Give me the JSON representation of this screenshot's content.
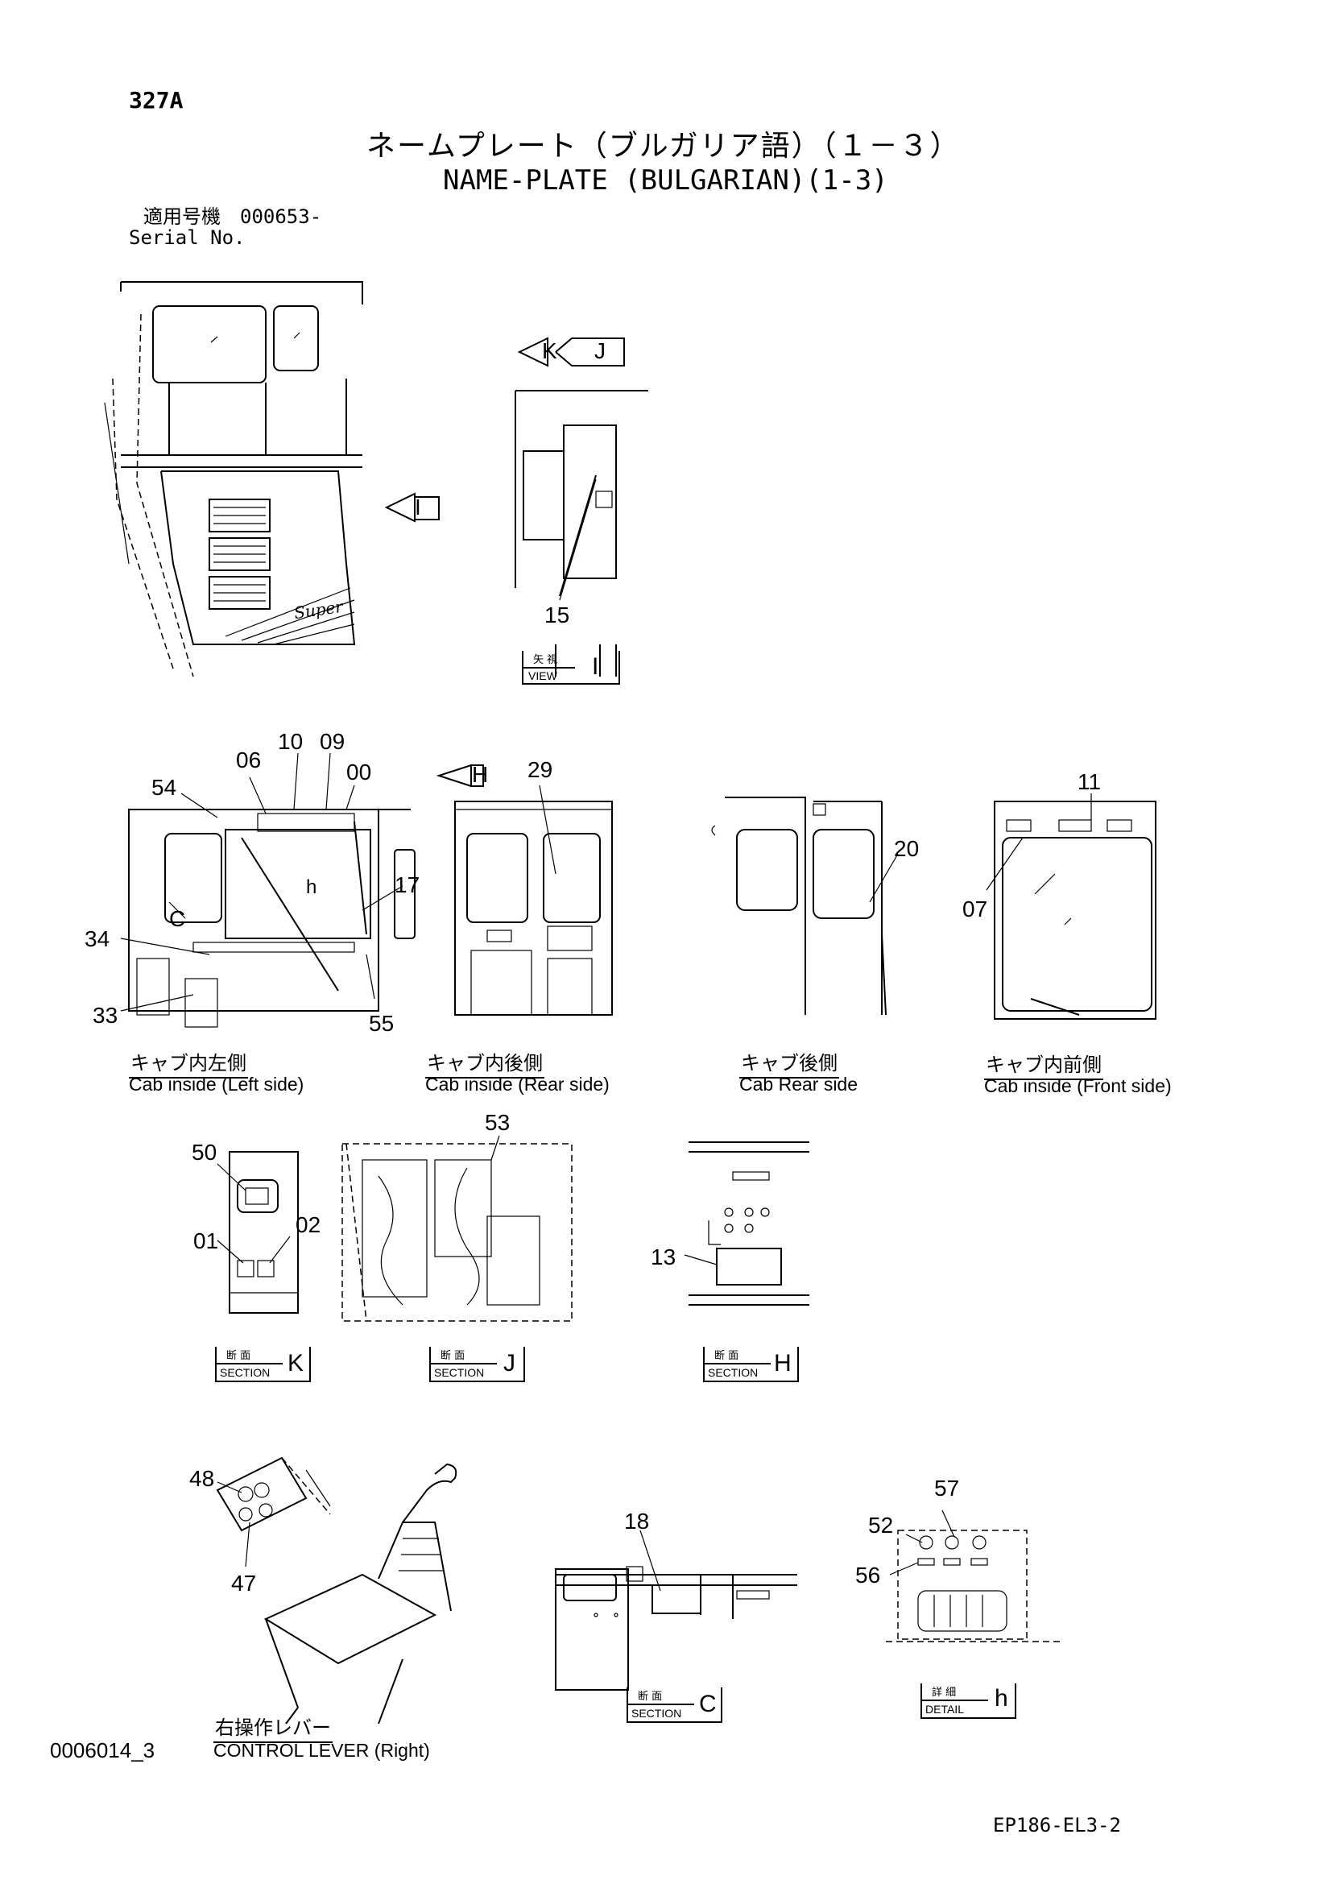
{
  "header": {
    "code": "327A",
    "title_jp": "ネームプレート（ブルガリア語）（１－３）",
    "title_en": "NAME-PLATE (BULGARIAN)(1-3)",
    "serial_jp": "適用号機　000653-",
    "serial_en": "Serial No."
  },
  "views": {
    "view_i": {
      "jp": "矢 視",
      "en": "VIEW",
      "letter": "I"
    },
    "arrow_k": "K",
    "arrow_j": "J",
    "arrow_i": "I",
    "arrow_h": "H",
    "callout_c": "C",
    "callout_h": "h"
  },
  "captions": {
    "left_jp": "キャブ内左側",
    "left_en": "Cab inside (Left side)",
    "rear_in_jp": "キャブ内後側",
    "rear_in_en": "Cab inside (Rear side)",
    "rear_jp": "キャブ後側",
    "rear_en": "Cab Rear side",
    "front_jp": "キャブ内前側",
    "front_en": "Cab inside (Front side)",
    "lever_jp": "右操作レバー",
    "lever_en": "CONTROL LEVER (Right)"
  },
  "sections": {
    "k": {
      "jp": "断 面",
      "en": "SECTION",
      "letter": "K"
    },
    "j": {
      "jp": "断 面",
      "en": "SECTION",
      "letter": "J"
    },
    "h": {
      "jp": "断 面",
      "en": "SECTION",
      "letter": "H"
    },
    "c": {
      "jp": "断 面",
      "en": "SECTION",
      "letter": "C"
    },
    "detail_h": {
      "jp": "詳 細",
      "en": "DETAIL",
      "letter": "h"
    }
  },
  "part_numbers": {
    "p15": "15",
    "p06": "06",
    "p10": "10",
    "p09": "09",
    "p00": "00",
    "p54": "54",
    "p29": "29",
    "p11": "11",
    "p17": "17",
    "p20": "20",
    "p07": "07",
    "p34": "34",
    "p33": "33",
    "p55": "55",
    "p53": "53",
    "p50": "50",
    "p01": "01",
    "p02": "02",
    "p13": "13",
    "p48": "48",
    "p47": "47",
    "p18": "18",
    "p57": "57",
    "p52": "52",
    "p56": "56"
  },
  "logo_text": "Super",
  "footer": {
    "drawing_id": "0006014_3",
    "sheet": "EP186-EL3-2"
  }
}
